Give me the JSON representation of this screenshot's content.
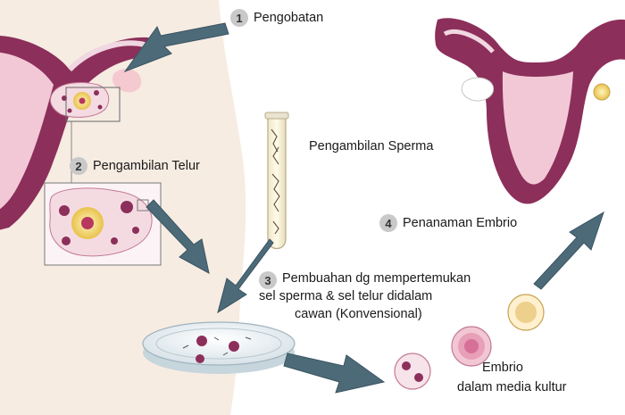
{
  "steps": [
    {
      "num": "1",
      "label": "Pengobatan"
    },
    {
      "num": "2",
      "label": "Pengambilan Telur"
    },
    {
      "num": "3",
      "lines": [
        "Pembuahan dg mempertemukan",
        "sel sperma & sel telur didalam",
        "cawan (Konvensional)"
      ]
    },
    {
      "num": "4",
      "label": "Penanaman Embrio"
    }
  ],
  "sperm_label": "Pengambilan Sperma",
  "embryo_label": [
    "Embrio",
    "dalam media kultur"
  ],
  "colors": {
    "body_bg": "#f6ece2",
    "uterus": "#8c2f5a",
    "uterus_light": "#f2c8d6",
    "tissue": "#f4dbe2",
    "cell": "#e8c24a",
    "arrow": "#4d6a78",
    "number_badge": "#c9c9c9"
  }
}
